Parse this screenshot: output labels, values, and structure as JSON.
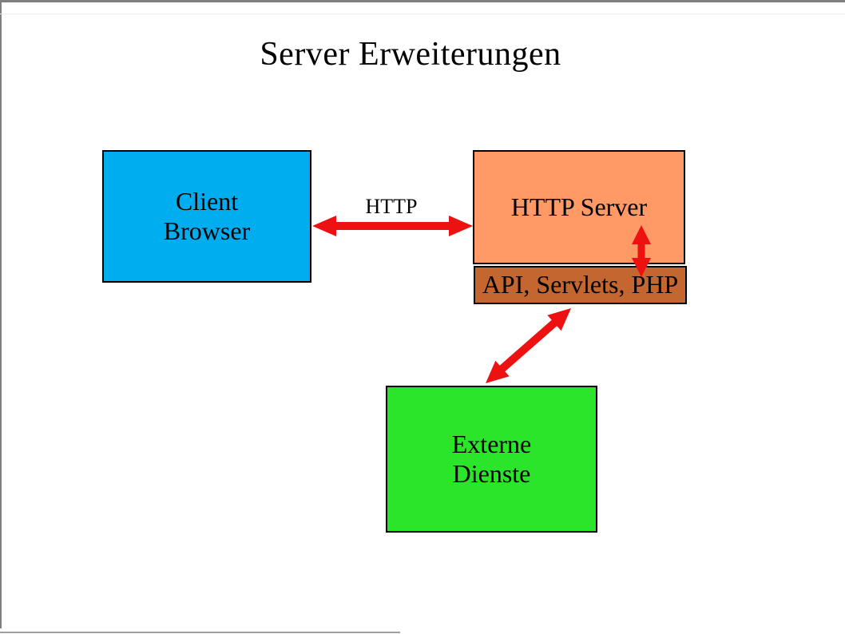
{
  "page": {
    "title": "Server Erweiterungen"
  },
  "boxes": {
    "client": {
      "label": "Client\nBrowser"
    },
    "http_server": {
      "label": "HTTP Server"
    },
    "api": {
      "label": "API, Servlets, PHP"
    },
    "external": {
      "label": "Externe\nDienste"
    }
  },
  "connections": {
    "client_http_label": "HTTP"
  },
  "colors": {
    "client_box": "#00AEF0",
    "http_server_box": "#FF9966",
    "api_box": "#C4662F",
    "external_box": "#2BE52B",
    "arrow": "#EE1111",
    "frame": "#7F7F7F",
    "box_text": "#000000"
  }
}
